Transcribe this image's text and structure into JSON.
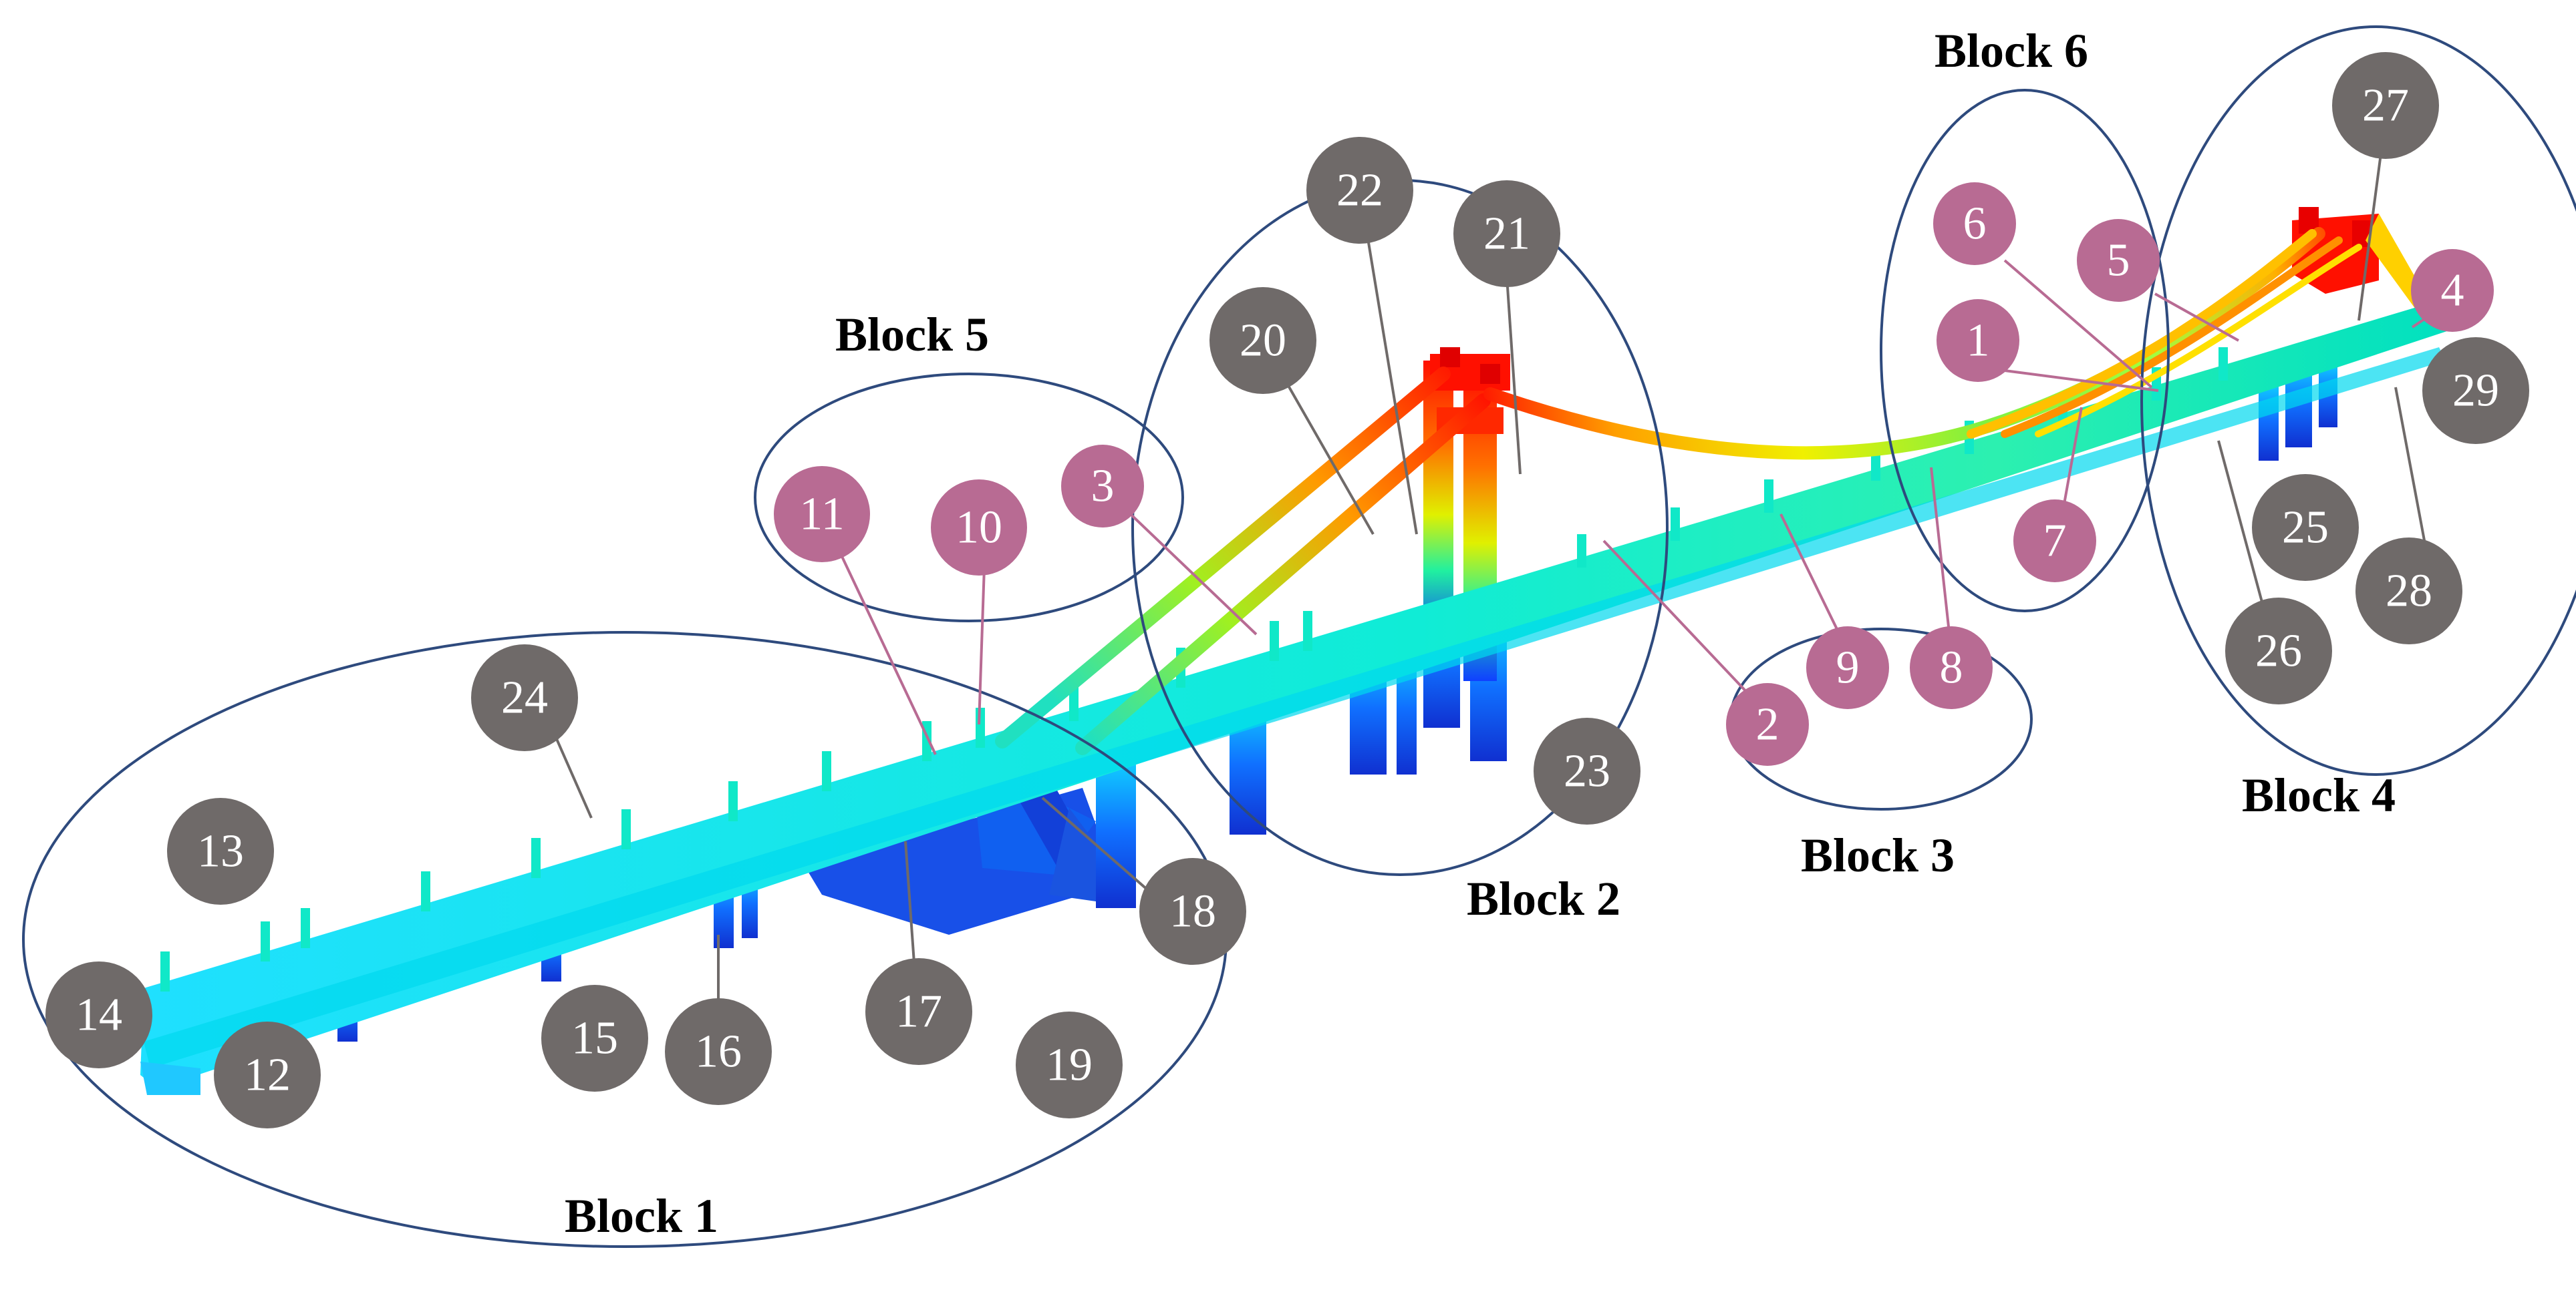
{
  "blocks": [
    {
      "id": "block-1",
      "label": "Block 1"
    },
    {
      "id": "block-2",
      "label": "Block 2"
    },
    {
      "id": "block-3",
      "label": "Block 3"
    },
    {
      "id": "block-4",
      "label": "Block 4"
    },
    {
      "id": "block-5",
      "label": "Block 5"
    },
    {
      "id": "block-6",
      "label": "Block 6"
    }
  ],
  "markers": {
    "m1": "1",
    "m2": "2",
    "m3": "3",
    "m4": "4",
    "m5": "5",
    "m6": "6",
    "m7": "7",
    "m8": "8",
    "m9": "9",
    "m10": "10",
    "m11": "11",
    "m12": "12",
    "m13": "13",
    "m14": "14",
    "m15": "15",
    "m16": "16",
    "m17": "17",
    "m18": "18",
    "m19": "19",
    "m20": "20",
    "m21": "21",
    "m22": "22",
    "m23": "23",
    "m24": "24",
    "m25": "25",
    "m26": "26",
    "m27": "27",
    "m28": "28",
    "m29": "29"
  },
  "colors": {
    "pink_marker": "#b86b93",
    "gray_marker": "#6f6a69",
    "ellipse_stroke": "#2e4a7d",
    "heat_low": "#1030e0",
    "heat_mid": "#00e8e0",
    "heat_high": "#ff1000"
  }
}
